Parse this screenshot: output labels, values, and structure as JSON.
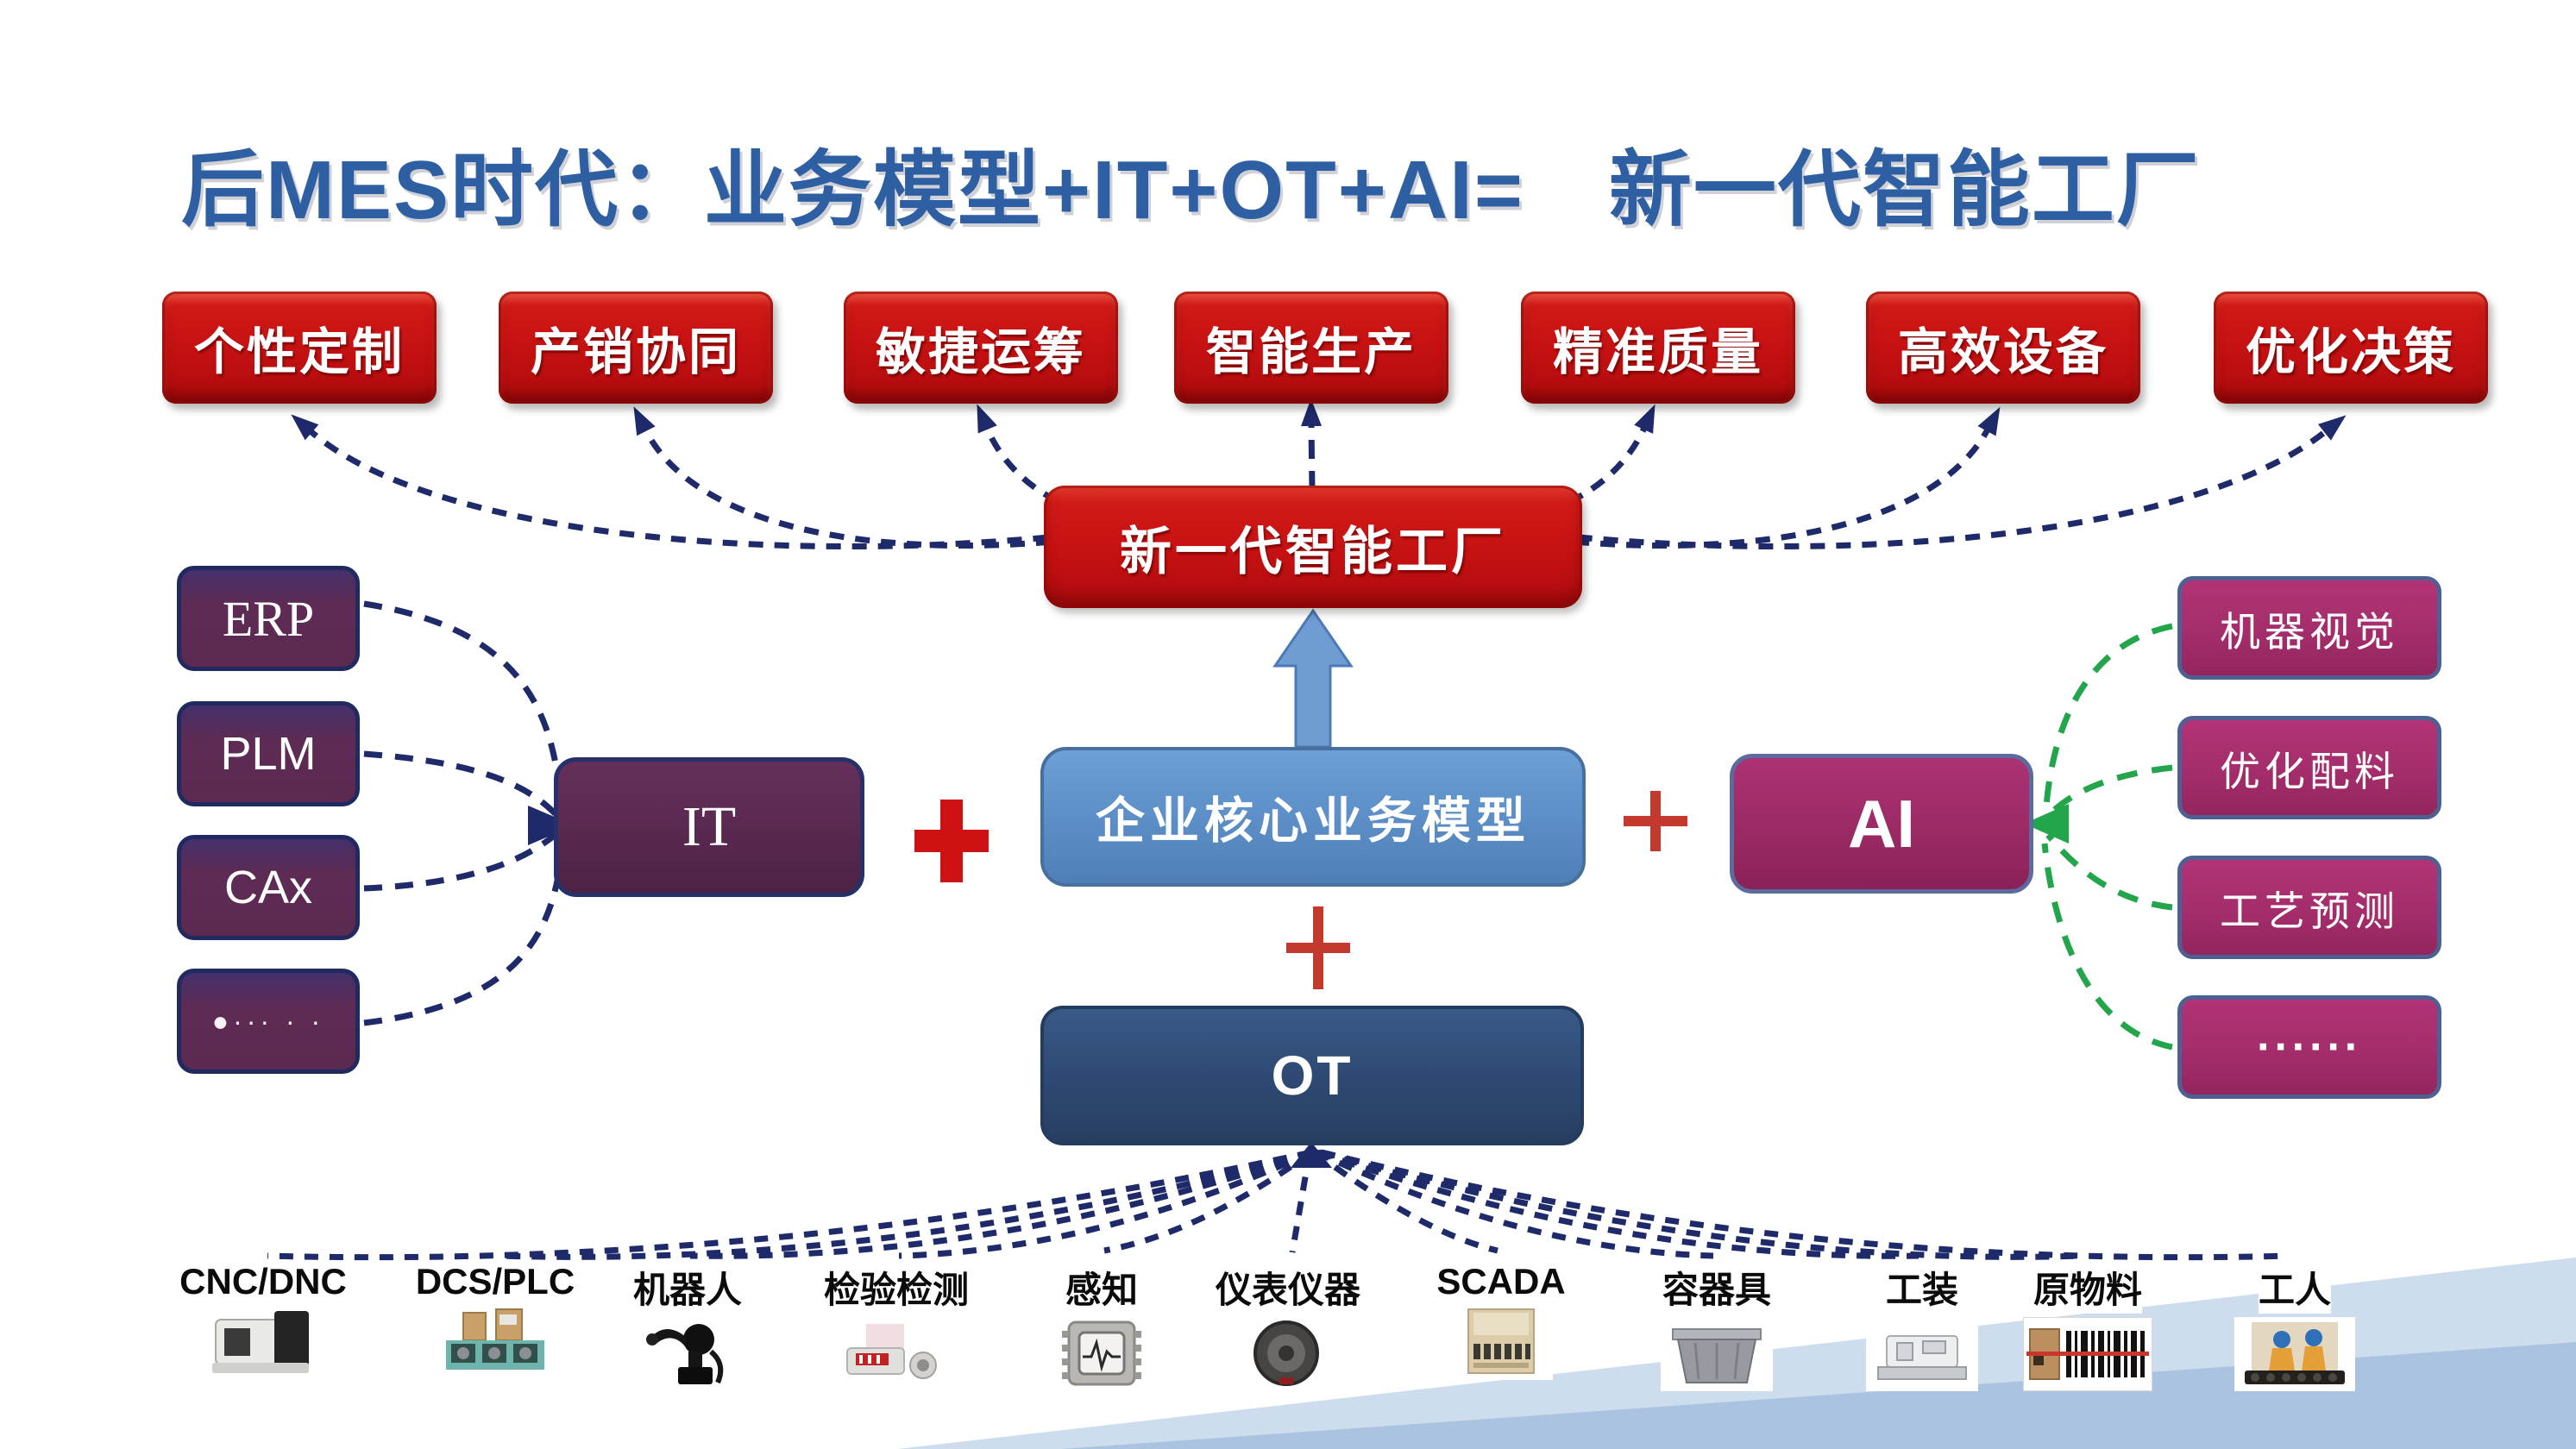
{
  "title": "后MES时代：业务模型+IT+OT+AI=　新一代智能工厂",
  "top_goals": [
    "个性定制",
    "产销协同",
    "敏捷运筹",
    "智能生产",
    "精准质量",
    "高效设备",
    "优化决策"
  ],
  "factory_label": "新一代智能工厂",
  "business_model_label": "企业核心业务模型",
  "it_label": "IT",
  "ai_label": "AI",
  "ot_label": "OT",
  "it_sources": [
    "ERP",
    "PLM",
    "CAx",
    "●··· · ·"
  ],
  "ai_capabilities": [
    "机器视觉",
    "优化配料",
    "工艺预测",
    "······"
  ],
  "operators": {
    "plus": "+"
  },
  "ot_devices": [
    {
      "label": "CNC/DNC",
      "icon": "cnc-machine-icon"
    },
    {
      "label": "DCS/PLC",
      "icon": "plc-module-icon"
    },
    {
      "label": "机器人",
      "icon": "robot-icon"
    },
    {
      "label": "检验检测",
      "icon": "inspection-device-icon"
    },
    {
      "label": "感知",
      "icon": "sensor-chip-icon"
    },
    {
      "label": "仪表仪器",
      "icon": "instrument-gauge-icon"
    },
    {
      "label": "SCADA",
      "icon": "scada-panel-icon"
    },
    {
      "label": "容器具",
      "icon": "container-bin-icon"
    },
    {
      "label": "工装",
      "icon": "fixture-icon"
    },
    {
      "label": "原物料",
      "icon": "raw-material-barcode-icon"
    },
    {
      "label": "工人",
      "icon": "workers-icon"
    }
  ],
  "colors": {
    "title_blue": "#2f5fa3",
    "goal_red": "#c61112",
    "it_purple": "#5b2a52",
    "business_blue": "#5e90c9",
    "ai_magenta": "#9c2b66",
    "ot_navy": "#2e4a74",
    "source_purple": "#5d2b54",
    "capability_magenta": "#a52e6c",
    "connector_navy": "#1f2a6a",
    "connector_green": "#23a54b",
    "plus_red": "#c3392e",
    "swoosh_light": "#cdddee",
    "swoosh_medium": "#a9c3e1"
  }
}
